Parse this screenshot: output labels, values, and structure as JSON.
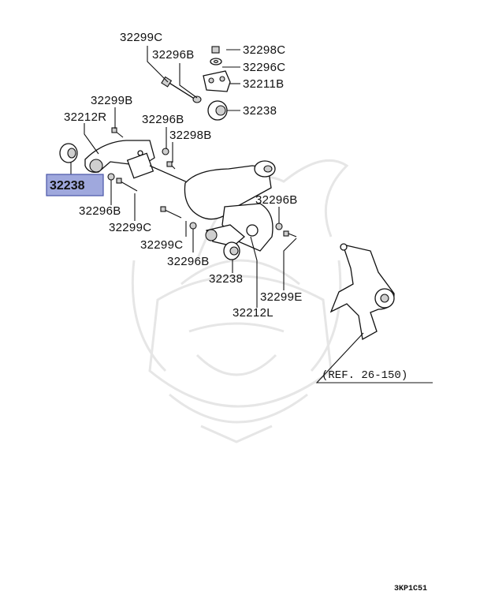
{
  "diagram": {
    "labels": {
      "c_32299c_top": "32299C",
      "c_32296b_top": "32296B",
      "c_32298c": "32298C",
      "c_32296c": "32296C",
      "c_32211b": "32211B",
      "c_32238_top": "32238",
      "c_32299b": "32299B",
      "c_32212r": "32212R",
      "c_32296b_mid": "32296B",
      "c_32298b": "32298B",
      "c_32238_sel": "32238",
      "c_32296b_left": "32296B",
      "c_32299c_left": "32299C",
      "c_32296b_right": "32296B",
      "c_32299c_mid": "32299C",
      "c_32296b_low": "32296B",
      "c_32238_low": "32238",
      "c_32299e": "32299E",
      "c_32212l": "32212L"
    },
    "reference": "(REF. 26-150)",
    "drawing_code": "3KP1C51",
    "highlighted_part": "32238"
  }
}
